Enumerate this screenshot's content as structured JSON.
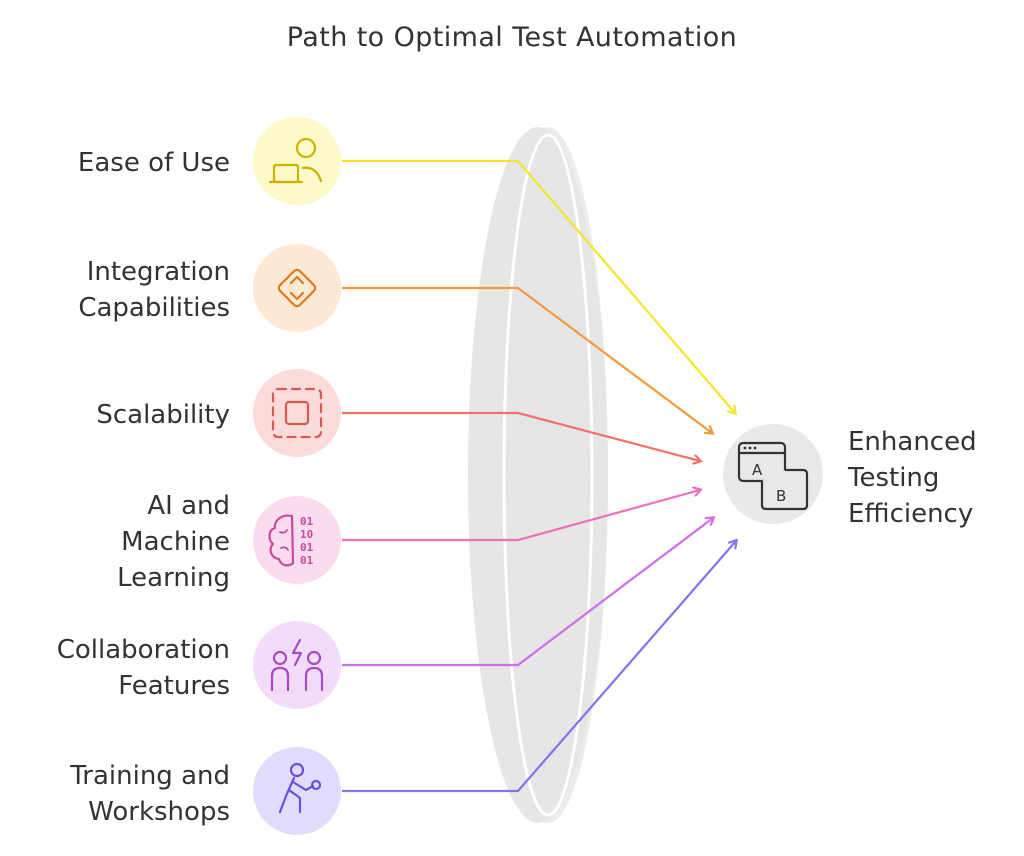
{
  "title": "Path to Optimal Test Automation",
  "inputs": [
    {
      "label": "Ease of Use",
      "icon": "user-laptop-icon",
      "color": "#f2e52c",
      "bg": "#fdf9c8"
    },
    {
      "label": "Integration\nCapabilities",
      "icon": "diamond-arrows-icon",
      "color": "#f29b3d",
      "bg": "#fde9d4"
    },
    {
      "label": "Scalability",
      "icon": "scale-square-icon",
      "color": "#f0736b",
      "bg": "#fcdcda"
    },
    {
      "label": "AI and\nMachine\nLearning",
      "icon": "brain-binary-icon",
      "color": "#ea6fbd",
      "bg": "#fbdcef"
    },
    {
      "label": "Collaboration\nFeatures",
      "icon": "people-lightning-icon",
      "color": "#cc6fe8",
      "bg": "#f3dcfa"
    },
    {
      "label": "Training and\nWorkshops",
      "icon": "trainer-icon",
      "color": "#8a6ff0",
      "bg": "#e1dcfc"
    }
  ],
  "output": {
    "label": "Enhanced\nTesting\nEfficiency",
    "icon": "ab-test-icon",
    "bg": "#e9e9e9"
  }
}
